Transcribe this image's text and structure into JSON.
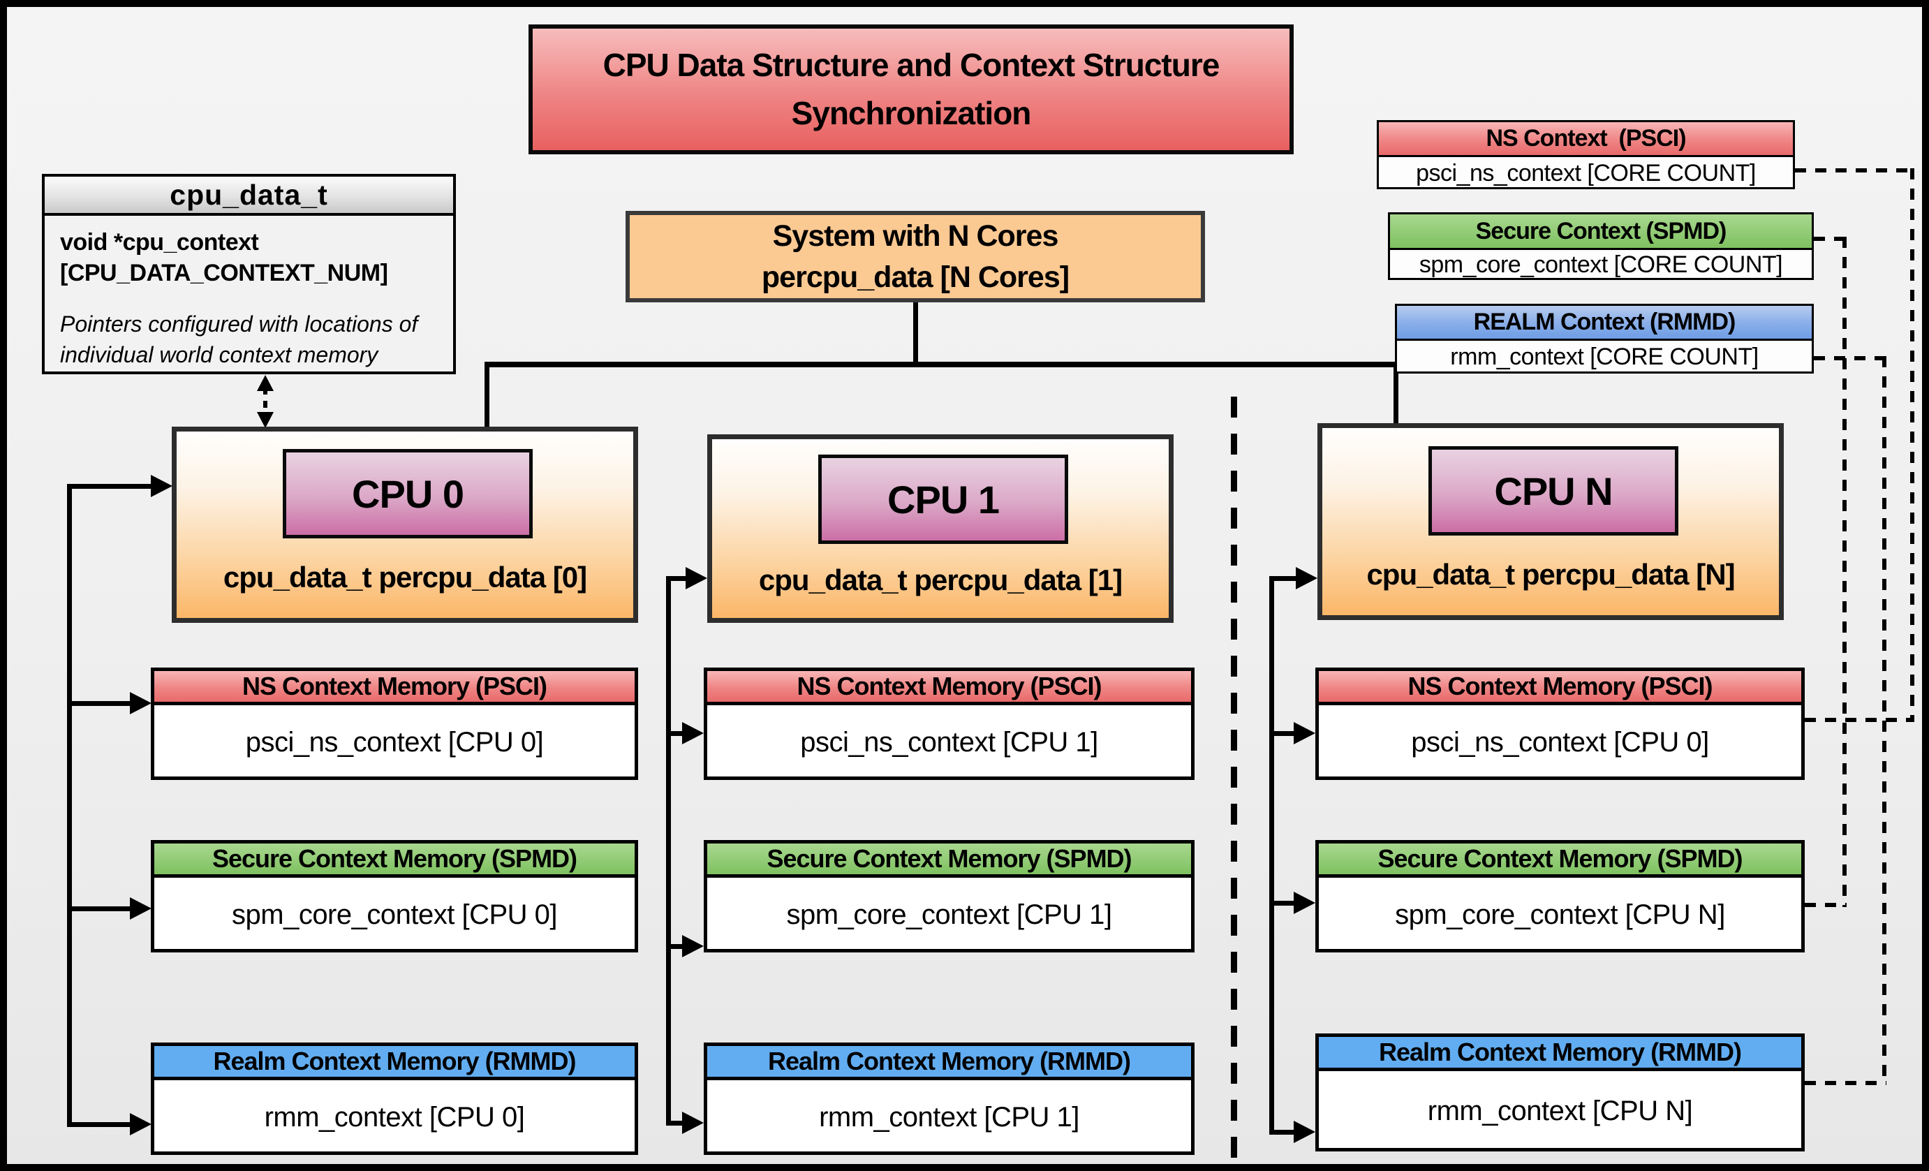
{
  "title": "CPU Data Structure and Context Structure Synchronization",
  "cpu_data_struct": {
    "header": "cpu_data_t",
    "field": "void *cpu_context [CPU_DATA_CONTEXT_NUM]",
    "note": "Pointers configured with locations of individual world context memory"
  },
  "system_box": {
    "line1": "System with N Cores",
    "line2": "percpu_data [N Cores]"
  },
  "legend": [
    {
      "header": "NS Context  (PSCI)",
      "body": "psci_ns_context [CORE COUNT]",
      "color": "#e96a6a"
    },
    {
      "header": "Secure Context (SPMD)",
      "body": "spm_core_context [CORE COUNT]",
      "color": "#8fca73"
    },
    {
      "header": "REALM Context (RMMD)",
      "body": "rmm_context [CORE COUNT]",
      "color": "#6d9de5"
    }
  ],
  "cpus": [
    {
      "name": "CPU 0",
      "data_label": "cpu_data_t percpu_data [0]",
      "contexts": [
        {
          "header": "NS Context Memory (PSCI)",
          "body": "psci_ns_context [CPU 0]"
        },
        {
          "header": "Secure Context Memory (SPMD)",
          "body": "spm_core_context [CPU 0]"
        },
        {
          "header": "Realm Context Memory (RMMD)",
          "body": "rmm_context [CPU 0]"
        }
      ]
    },
    {
      "name": "CPU 1",
      "data_label": "cpu_data_t percpu_data [1]",
      "contexts": [
        {
          "header": "NS Context Memory (PSCI)",
          "body": "psci_ns_context [CPU 1]"
        },
        {
          "header": "Secure Context Memory (SPMD)",
          "body": "spm_core_context [CPU 1]"
        },
        {
          "header": "Realm Context Memory (RMMD)",
          "body": "rmm_context [CPU 1]"
        }
      ]
    },
    {
      "name": "CPU N",
      "data_label": "cpu_data_t percpu_data [N]",
      "contexts": [
        {
          "header": "NS Context Memory (PSCI)",
          "body": "psci_ns_context [CPU 0]"
        },
        {
          "header": "Secure Context Memory (SPMD)",
          "body": "spm_core_context [CPU N]"
        },
        {
          "header": "Realm Context Memory (RMMD)",
          "body": "rmm_context [CPU N]"
        }
      ]
    }
  ],
  "colors": {
    "ns_red": "#e96a6a",
    "secure_green": "#8fca73",
    "realm_blue": "#62adf1",
    "cpu_orange": "#fbb668",
    "cpu_chip_pink": "#cc6ea6",
    "system_orange": "#fbc992",
    "title_red": "#e86060"
  }
}
